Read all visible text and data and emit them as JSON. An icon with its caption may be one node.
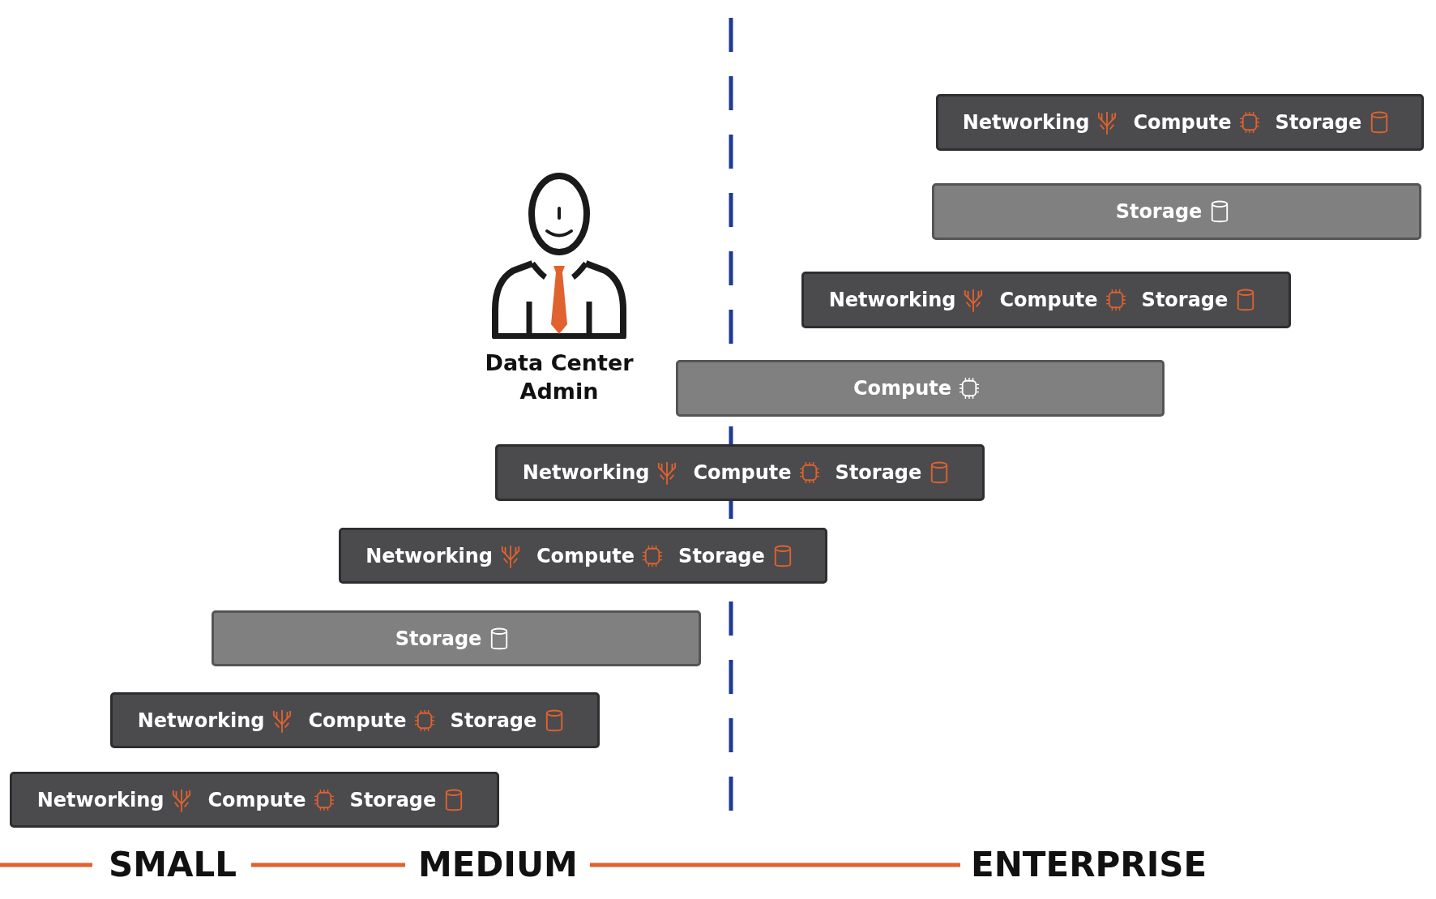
{
  "diagram": {
    "nodes": [
      {
        "text": [
          "Networking",
          "Compute",
          "Storage"
        ]
      },
      {
        "text": [
          "Data Center Admin"
        ]
      },
      {
        "text": [
          "Storage"
        ]
      },
      {
        "text": [
          "Networking",
          "Compute",
          "Storage"
        ]
      },
      {
        "text": [
          "Compute"
        ]
      },
      {
        "text": [
          "Networking",
          "Compute",
          "Storage"
        ]
      },
      {
        "text": [
          "Networking",
          "Compute",
          "Storage"
        ]
      },
      {
        "text": [
          "Storage"
        ]
      },
      {
        "text": [
          "Networking",
          "Compute",
          "Storage"
        ]
      },
      {
        "text": [
          "Networking",
          "Compute",
          "Storage"
        ]
      }
    ],
    "edges": [],
    "labels": [
      "SMALL",
      "MEDIUM",
      "ENTERPRISE"
    ]
  }
}
